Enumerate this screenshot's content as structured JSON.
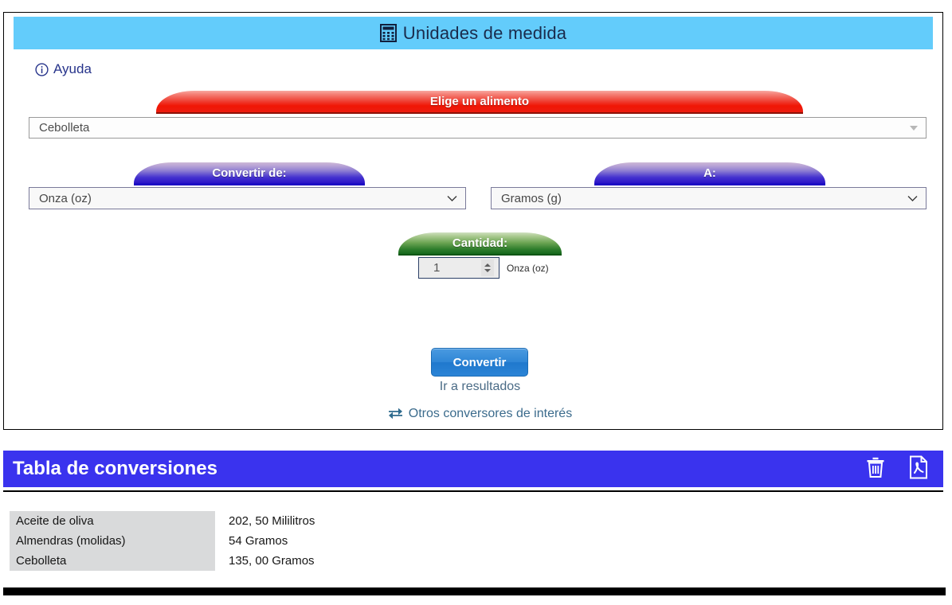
{
  "app": {
    "title": "Unidades de medida",
    "title_icon": "calculator-icon"
  },
  "help": {
    "label": "Ayuda",
    "icon": "info-circle-icon"
  },
  "food_section": {
    "banner_label": "Elige un alimento",
    "selected_food": "Cebolleta",
    "dropdown_icon": "triangle-down-icon"
  },
  "convert_from": {
    "banner_label": "Convertir de:",
    "selected_unit": "Onza (oz)",
    "dropdown_icon": "chevron-down-icon"
  },
  "convert_to": {
    "banner_label": "A:",
    "selected_unit": "Gramos (g)",
    "dropdown_icon": "chevron-down-icon"
  },
  "quantity": {
    "banner_label": "Cantidad:",
    "value": "1",
    "unit_label": "Onza (oz)",
    "spinner_icon": "spinner-updown-icon"
  },
  "actions": {
    "convert_button": "Convertir",
    "results_link": "Ir a resultados",
    "others_link": "Otros conversores de interés",
    "others_icon": "swap-arrows-icon"
  },
  "conversion_table": {
    "title": "Tabla de conversiones",
    "delete_icon": "trash-icon",
    "pdf_icon": "pdf-file-icon",
    "rows": [
      {
        "name": "Aceite de oliva",
        "value": "202, 50 Mililitros"
      },
      {
        "name": "Almendras (molidas)",
        "value": "54 Gramos"
      },
      {
        "name": "Cebolleta",
        "value": "135, 00 Gramos"
      }
    ]
  },
  "colors": {
    "header_blue": "#63ccfb",
    "banner_red": "#ef4034",
    "banner_purple": "#4533cf",
    "banner_green": "#2e7d2c",
    "table_header_blue": "#3a33ee",
    "button_blue": "#2f86d6",
    "link_blue": "#3b6b8c",
    "help_blue": "#27348b",
    "row_name_bg": "#d9dadb"
  }
}
